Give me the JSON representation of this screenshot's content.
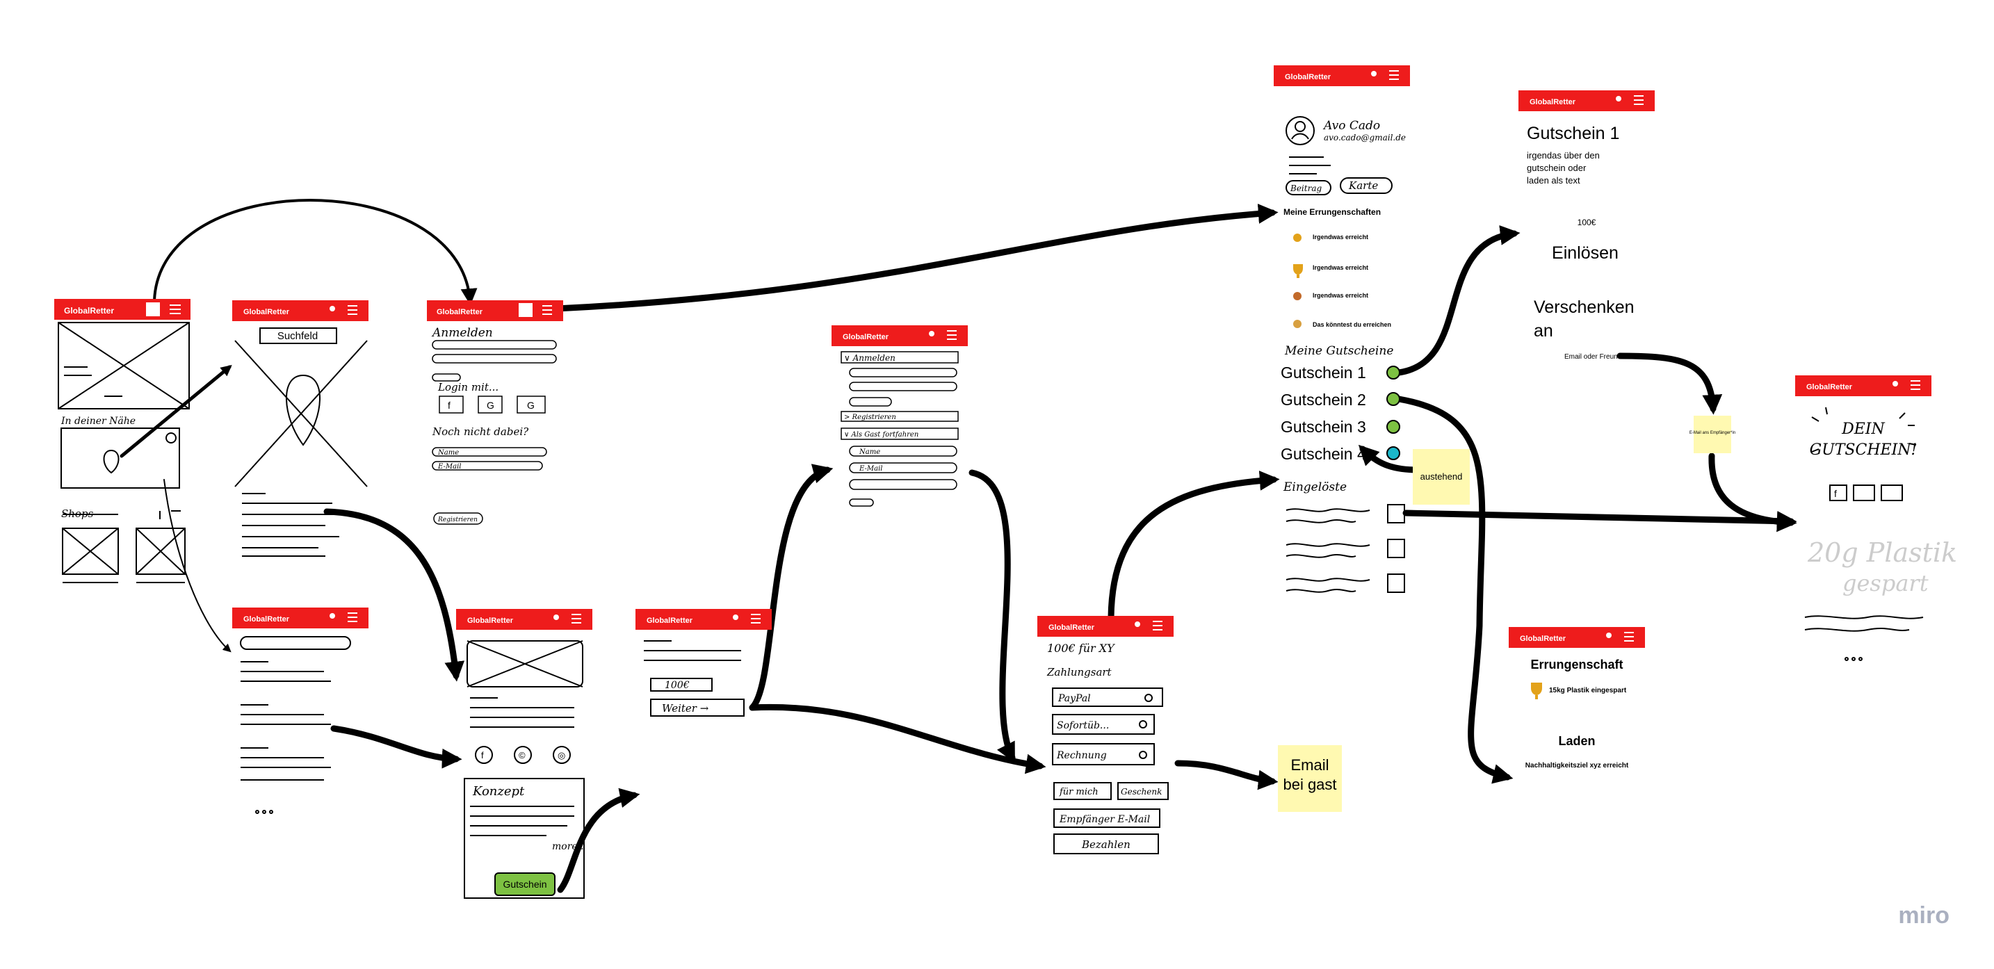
{
  "brand": {
    "name_first": "Global",
    "name_second": "Retter",
    "color": "#ee1c1c",
    "accent": "#ffffff"
  },
  "watermark": "miro",
  "screen_home": {
    "hand_near": "In deiner Nähe",
    "hand_shops": "Shops"
  },
  "screen_map": {
    "search_label": "Suchfeld"
  },
  "screen_login": {
    "hand_anmelden": "Anmelden",
    "hand_login_mit": "Login mit...",
    "social": [
      "f",
      "G",
      "G"
    ],
    "hand_noch": "Noch nicht dabei?",
    "hand_name": "Name",
    "hand_mail": "E-Mail",
    "hand_reg": "Registrieren"
  },
  "screen_shop": {
    "hand_konzept": "Konzept",
    "hand_more": "more..",
    "gutschein_button": "Gutschein",
    "social": [
      "f",
      "©",
      "◎"
    ]
  },
  "screen_amount": {
    "hand_amount": "100€",
    "hand_weiter": "Weiter →"
  },
  "screen_register": {
    "hand_anmelden": "∨ Anmelden",
    "hand_registrieren": "> Registrieren",
    "hand_gast": "∨ Als Gast fortfahren",
    "hand_name": "Name",
    "hand_mail": "E-Mail"
  },
  "screen_payment": {
    "hand_title": "100€ für XY",
    "hand_zahlungsart": "Zahlungsart",
    "options": [
      "PayPal",
      "Sofortüb...",
      "Rechnung"
    ],
    "hand_fuer_mich": "für mich",
    "hand_geschenk": "Geschenk",
    "hand_email": "Empfänger E-Mail",
    "hand_bezahlen": "Bezahlen"
  },
  "screen_profile": {
    "hand_name": "Avo Cado",
    "hand_email": "avo.cado@gmail.de",
    "hand_btn1": "Beitrag",
    "hand_btn2": "Karte",
    "achievements_title": "Meine Errungenschaften",
    "achievements": [
      "Irgendwas erreicht",
      "Irgendwas erreicht",
      "Irgendwas erreicht",
      "Das könntest du erreichen"
    ],
    "hand_meine": "Meine Gutscheine",
    "vouchers": [
      "Gutschein 1",
      "Gutschein 2",
      "Gutschein 3",
      "Gutschein 4"
    ],
    "voucher_colors": [
      "#7dc142",
      "#7dc142",
      "#7dc142",
      "#1bb7c9"
    ],
    "hand_eingeloest": "Eingelöste"
  },
  "screen_voucher": {
    "title": "Gutschein 1",
    "desc_lines": [
      "irgendas über den",
      "gutschein oder",
      "laden als text"
    ],
    "amount": "100€",
    "redeem": "Einlösen",
    "gift_line1": "Verschenken",
    "gift_line2": "an",
    "gift_field": "Email oder Freund"
  },
  "screen_achievement": {
    "title": "Errungenschaft",
    "item": "15kg Plastik eingespart",
    "shop_title": "Laden",
    "shop_item": "Nachhaltigkeitsziel xyz erreicht"
  },
  "screen_your_voucher": {
    "hand_title1": "DEIN",
    "hand_title2": "GUTSCHEIN!",
    "hand_saved1": "20g Plastik",
    "hand_saved2": "gespart"
  },
  "stickies": {
    "email_gast_line1": "Email",
    "email_gast_line2": "bei gast",
    "austehend": "austehend",
    "mail_empfaenger": "E-Mail ans Empfänger*in",
    "color": "#fff9b1"
  }
}
